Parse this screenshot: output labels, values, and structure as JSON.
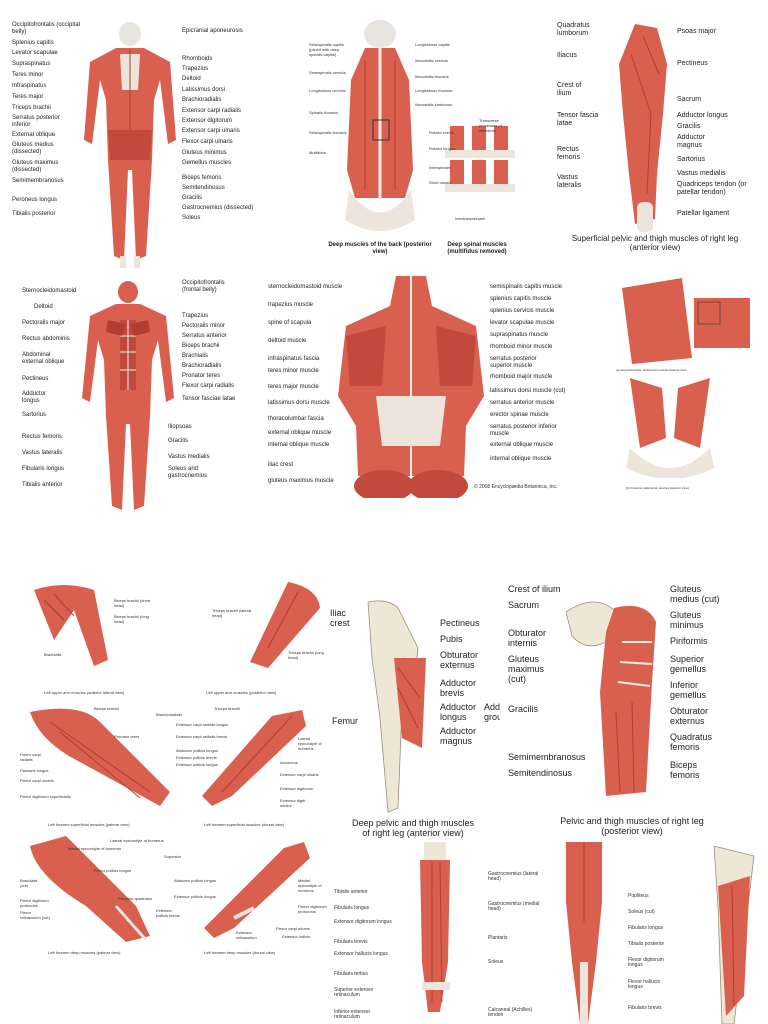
{
  "posterior_body": {
    "left": [
      "Occipitofrontalis (occipital belly)",
      "Splenius capitis",
      "Levator scapulae",
      "Supraspinatus",
      "Teres minor",
      "Infraspinatus",
      "Teres major",
      "Triceps brachii",
      "Serratus posterior inferior",
      "External oblique",
      "Gluteus medius (dissected)",
      "Gluteus maximus (dissected)",
      "Semimembranosus",
      "Peroneus longus",
      "Tibialis posterior"
    ],
    "right": [
      "Epicranial aponeurosis",
      "Rhomboids",
      "Trapezius",
      "Deltoid",
      "Latissimus dorsi",
      "Brachioradialis",
      "Extensor carpi radialis",
      "Extensor digitorum",
      "Extensor carpi ulnaris",
      "Flexor carpi ulnaris",
      "Gluteus minimus",
      "Gemellus muscles",
      "Biceps femoris",
      "Semitendinosus",
      "Gracilis",
      "Gastrocnemius (dissected)",
      "Soleus"
    ]
  },
  "deep_back": {
    "left": [
      "Semispinalis capitis (joined with deep spinalis capitis)",
      "Semispinalis cervicis",
      "Longissimus cervicis",
      "Spinalis thoracis",
      "Semispinalis thoracis",
      "Multifidus"
    ],
    "right": [
      "Longissimus capitis",
      "Iliocostalis cervicis",
      "Iliocostalis thoracis",
      "Longissimus thoracis",
      "Iliocostalis lumborum"
    ],
    "inset": [
      "Rotator brevis",
      "Rotator longus",
      "Interspinales",
      "Short rotator",
      "Transverse processes of vertebrae",
      "Intertransversarii"
    ],
    "caption1": "Deep muscles of the back (posterior view)",
    "caption2": "Deep spinal muscles (multifidus removed)"
  },
  "pelvic_anterior": {
    "left": [
      "Quadratus lumborum",
      "Iliacus",
      "Crest of ilium",
      "Tensor fascia latae",
      "Rectus femoris",
      "Vastus lateralis"
    ],
    "right": [
      "Psoas major",
      "Pectineus",
      "Sacrum",
      "Adductor longus",
      "Gracilis",
      "Adductor magnus",
      "Sartorius",
      "Vastus medialis",
      "Quadriceps tendon (or patellar tendon)",
      "Patellar ligament"
    ],
    "caption": "Superficial pelvic and thigh muscles of right leg (anterior view)"
  },
  "anterior_body": {
    "left": [
      "Sternocleidomastoid",
      "Deltoid",
      "Pectoralis major",
      "Rectus abdominis",
      "Abdominal external oblique",
      "Pectineus",
      "Adductor longus",
      "Sartorius",
      "Rectus femoris",
      "Vastus lateralis",
      "Fibularis longus",
      "Tibialis anterior"
    ],
    "right": [
      "Occipitofrontalis (frontal belly)",
      "Trapezius",
      "Pectoralis minor",
      "Serratus anterior",
      "Biceps brachii",
      "Brachialis",
      "Brachioradialis",
      "Pronator teres",
      "Flexor carpi radialis",
      "Tensor fasciae latae",
      "Iliopsoas",
      "Gracilis",
      "Vastus medialis",
      "Soleus and gastrocnemius"
    ]
  },
  "back_britannica": {
    "left": [
      "sternocleidomastoid muscle",
      "trapezius muscle",
      "spine of scapula",
      "deltoid muscle",
      "infraspinatus fascia",
      "teres minor muscle",
      "teres major muscle",
      "latissimus dorsi muscle",
      "thoracolumbar fascia",
      "external oblique muscle",
      "internal oblique muscle",
      "iliac crest",
      "gluteus maximus muscle"
    ],
    "right": [
      "semispinalis capitis muscle",
      "splenius capitis muscle",
      "splenius cervicis muscle",
      "levator scapulae muscle",
      "supraspinatus muscle",
      "rhomboid minor muscle",
      "serratus posterior superior muscle",
      "rhomboid major muscle",
      "latissimus dorsi muscle (cut)",
      "serratus anterior muscle",
      "erector spinae muscle",
      "serratus posterior inferior muscle",
      "external oblique muscle",
      "internal oblique muscle"
    ],
    "credit": "© 2008 Encyclopædia Britannica, Inc."
  },
  "abdominal_small": {
    "caption1": "(a) Superficial deep abdominal muscles (lateral view)",
    "caption2": "(b) Posterior abdominal muscles (anterior view)"
  },
  "arm_panels": {
    "a": {
      "labels": [
        "Biceps brachii (short head)",
        "Biceps brachii (long head)",
        "Brachialis"
      ],
      "caption": "Left upper arm muscles (anterior lateral view)"
    },
    "b": {
      "labels": [
        "Triceps brachii (lateral head)",
        "Triceps brachii (long head)"
      ],
      "caption": "Left upper arm muscles (posterior view)"
    },
    "c": {
      "labels": [
        "Biceps brachii",
        "Brachioradialis",
        "Pronator teres",
        "Flexor carpi radialis",
        "Palmaris longus",
        "Flexor carpi ulnaris",
        "Flexor digitorum superficialis"
      ],
      "caption": "Left forearm superficial muscles (palmar view)"
    },
    "d": {
      "labels": [
        "Triceps brachii",
        "Extensor carpi radialis longus",
        "Extensor carpi radialis brevis",
        "Abductor pollicis longus",
        "Extensor pollicis brevis",
        "Extensor pollicis longus",
        "Lateral epicondyle of humerus",
        "Anconeus",
        "Extensor carpi ulnaris",
        "Extensor digitorum",
        "Extensor digiti minimi"
      ],
      "caption": "Left forearm superficial muscles (dorsal view)"
    },
    "e": {
      "labels": [
        "Lateral epicondyle of humerus",
        "Medial epicondyle of humerus",
        "Supinator",
        "Brachialis (cut)",
        "Flexor pollicis longus",
        "Pronator quadratus",
        "Flexor digitorum profundus",
        "Flexor retinaculum (cut)"
      ],
      "caption": "Left forearm deep muscles (palmar view)"
    },
    "f": {
      "labels": [
        "Abductor pollicis longus",
        "Extensor pollicis longus",
        "Extensor pollicis brevis",
        "Medial epicondyle of humerus",
        "Flexor digitorum profundus",
        "Extensor retinaculum",
        "Flexor carpi ulnaris",
        "Extensor indicis"
      ],
      "caption": "Left forearm deep muscles (dorsal view)"
    }
  },
  "deep_pelvic_anterior": {
    "left": [
      "Iliac crest",
      "Femur"
    ],
    "right": [
      "Pectineus",
      "Pubis",
      "Obturator externus",
      "Adductor brevis",
      "Adductor longus",
      "Adductor magnus"
    ],
    "group": "Adductor group",
    "caption": "Deep pelvic and thigh muscles of right leg (anterior view)"
  },
  "pelvic_posterior": {
    "left": [
      "Crest of ilium",
      "Sacrum",
      "Obturator internis",
      "Gluteus maximus (cut)",
      "Gracilis",
      "Semimembranosus",
      "Semitendinosus"
    ],
    "right": [
      "Gluteus medius (cut)",
      "Gluteus minimus",
      "Piriformis",
      "Superior gemellus",
      "Inferior gemellus",
      "Obturator externus",
      "Quadratus femoris",
      "Biceps femoris"
    ],
    "caption": "Pelvic and thigh muscles of right leg (posterior view)"
  },
  "leg_anterior": {
    "labels": [
      "Tibialis anterior",
      "Fibularis longus",
      "Extensor digitorum longus",
      "Fibularis brevis",
      "Extensor hallucis longus",
      "Fibularis tertius",
      "Superior extensor retinaculum",
      "Inferior extensor retinaculum"
    ]
  },
  "leg_posterior": {
    "labels": [
      "Gastrocnemius (lateral head)",
      "Gastrocnemius (medial head)",
      "Plantaris",
      "Soleus",
      "Calcaneal (Achilles) tendon"
    ]
  },
  "leg_deep": {
    "labels": [
      "Popliteus",
      "Soleus (cut)",
      "Fibularis longus",
      "Tibialis posterior",
      "Flexor digitorum longus",
      "Flexor hallucis longus",
      "Fibularis brevis"
    ]
  },
  "colors": {
    "muscle": "#d9604f",
    "muscle_dark": "#b23e31",
    "tendon": "#f0e8e0",
    "bone": "#efe7d6",
    "line": "#333333"
  }
}
